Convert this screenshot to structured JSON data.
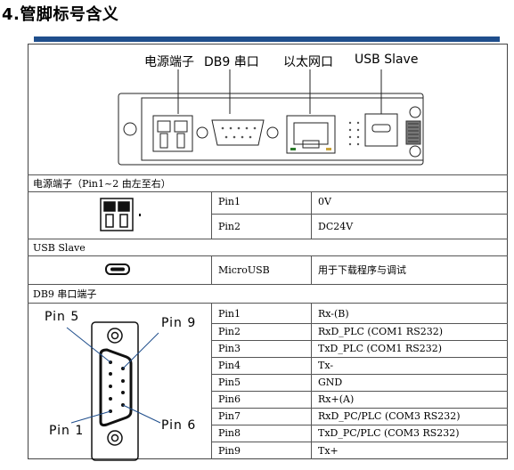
{
  "heading": "4.管脚标号含义",
  "device_labels": {
    "power": "电源端子",
    "db9": "DB9 串口",
    "ethernet": "以太网口",
    "usb": "USB Slave"
  },
  "sections": {
    "power": {
      "header": "电源端子（Pin1~2 由左至右）",
      "rows": [
        {
          "pin": "Pin1",
          "desc": "0V"
        },
        {
          "pin": "Pin2",
          "desc": "DC24V"
        }
      ]
    },
    "usb": {
      "header": "USB Slave",
      "rows": [
        {
          "pin": "MicroUSB",
          "desc": "用于下载程序与调试"
        }
      ]
    },
    "db9": {
      "header": "DB9 串口端子",
      "pin_labels": [
        "Pin 5",
        "Pin 9",
        "Pin 1",
        "Pin 6"
      ],
      "rows": [
        {
          "pin": "Pin1",
          "desc": "Rx-(B)"
        },
        {
          "pin": "Pin2",
          "desc": "RxD_PLC (COM1 RS232)"
        },
        {
          "pin": "Pin3",
          "desc": "TxD_PLC (COM1 RS232)"
        },
        {
          "pin": "Pin4",
          "desc": "Tx-"
        },
        {
          "pin": "Pin5",
          "desc": "GND"
        },
        {
          "pin": "Pin6",
          "desc": "Rx+(A)"
        },
        {
          "pin": "Pin7",
          "desc": "RxD_PC/PLC (COM3 RS232)"
        },
        {
          "pin": "Pin8",
          "desc": "TxD_PC/PLC (COM3 RS232)"
        },
        {
          "pin": "Pin9",
          "desc": "Tx+"
        }
      ]
    }
  },
  "colors": {
    "accent_bar": "#1f4e8c",
    "line": "#555555"
  }
}
